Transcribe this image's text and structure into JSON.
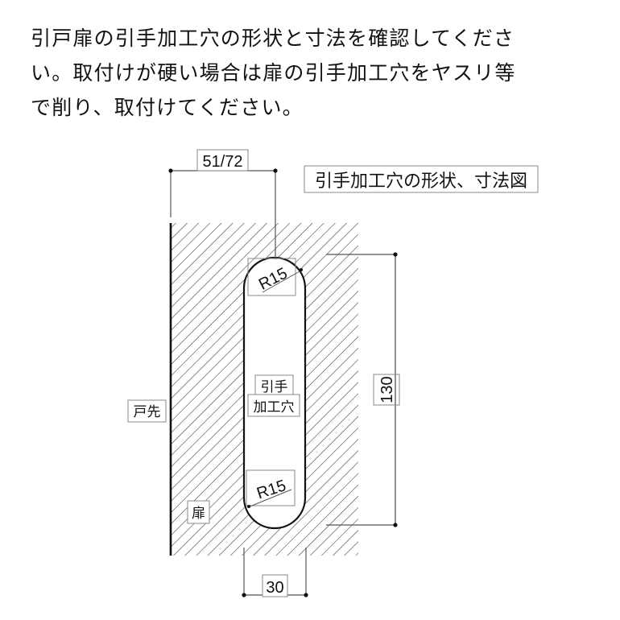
{
  "instructions": {
    "lines": [
      "引戸扉の引手加工穴の形状と寸法を確認してくださ",
      "い。取付けが硬い場合は扉の引手加工穴をヤスリ等",
      "で削り、取付けてください。"
    ]
  },
  "diagram": {
    "title": "引手加工穴の形状、寸法図",
    "dimensions": {
      "offset": "51/72",
      "height": "130",
      "width": "30",
      "radius_top": "R15",
      "radius_bottom": "R15"
    },
    "labels": {
      "hole_line1": "引手",
      "hole_line2": "加工穴",
      "door_edge": "戸先",
      "door": "扉"
    },
    "colors": {
      "line": "#111111",
      "dim_line": "#555555",
      "label_border": "#888888",
      "hatch": "#333333"
    }
  }
}
